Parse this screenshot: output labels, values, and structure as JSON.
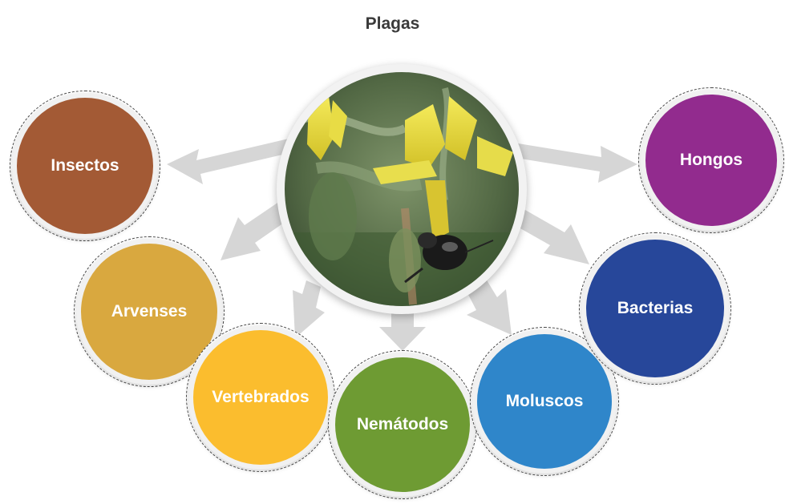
{
  "title": "Plagas",
  "center": {
    "image": "tomato-flower-with-bee-photo"
  },
  "nodes": [
    {
      "key": "insectos",
      "label": "Insectos",
      "color": "#A35A35"
    },
    {
      "key": "arvenses",
      "label": "Arvenses",
      "color": "#D9A83F"
    },
    {
      "key": "vertebrados",
      "label": "Vertebrados",
      "color": "#FBBD2E"
    },
    {
      "key": "nematodos",
      "label": "Nemátodos",
      "color": "#6E9B33"
    },
    {
      "key": "moluscos",
      "label": "Moluscos",
      "color": "#2F86CA"
    },
    {
      "key": "bacterias",
      "label": "Bacterias",
      "color": "#27479A"
    },
    {
      "key": "hongos",
      "label": "Hongos",
      "color": "#922B8E"
    }
  ],
  "colors": {
    "arrow": "#d6d6d6",
    "ring": "#4a4a4a",
    "title": "#3a3a3a"
  }
}
